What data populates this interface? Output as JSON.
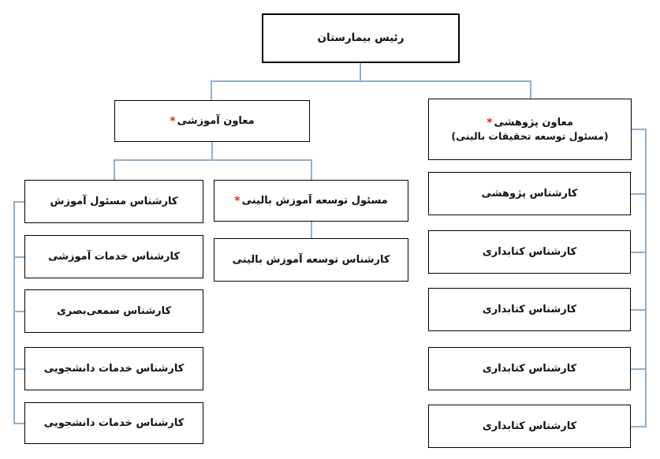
{
  "diagram": {
    "type": "org-chart",
    "language": "fa",
    "connector_color": "#8fb0cc",
    "marker_color": "#e0251f",
    "marker_glyph": "*",
    "nodes": {
      "root": {
        "label": "رئیس بیمارستان"
      },
      "edu_deputy": {
        "label": "معاون آموزشی",
        "marker": "*"
      },
      "research_deputy": {
        "label": "معاون پژوهشی",
        "marker": "*",
        "sublabel": "(مسئول توسعه تحقیقات بالینی)"
      },
      "left_column": [
        {
          "label": "کارشناس مسئول آموزش"
        },
        {
          "label": "کارشناس خدمات آموزشی"
        },
        {
          "label": "کارشناس سمعی‌بصری"
        },
        {
          "label": "کارشناس خدمات دانشجویی"
        },
        {
          "label": "کارشناس خدمات دانشجویی"
        }
      ],
      "middle_column": [
        {
          "label": "مسئول توسعه آموزش بالینی",
          "marker": "*"
        },
        {
          "label": "کارشناس توسعه آموزش بالینی"
        }
      ],
      "right_column": [
        {
          "label": "کارشناس پژوهشی"
        },
        {
          "label": "کارشناس کتابداری"
        },
        {
          "label": "کارشناس کتابداری"
        },
        {
          "label": "کارشناس کتابداری"
        },
        {
          "label": "کارشناس کتابداری"
        }
      ]
    }
  }
}
